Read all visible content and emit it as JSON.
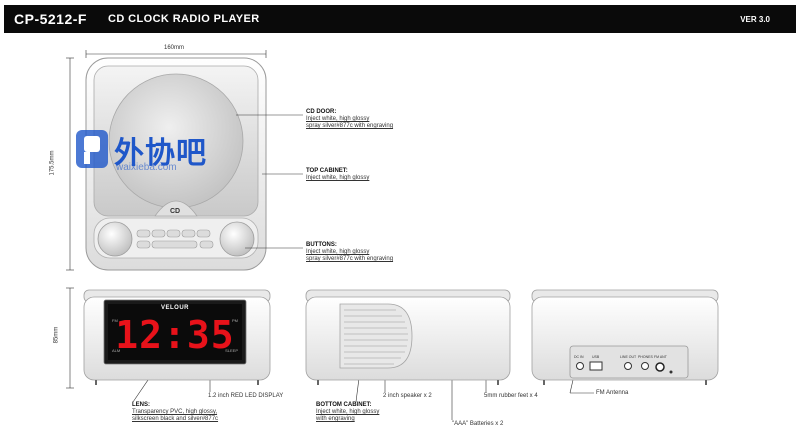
{
  "header": {
    "model": "CP-5212-F",
    "title": "CD CLOCK RADIO PLAYER",
    "version": "VER 3.0"
  },
  "dimensions": {
    "width": "160mm",
    "depth": "175.5mm",
    "height": "85mm"
  },
  "callouts": {
    "cd_door": {
      "title": "CD DOOR:",
      "lines": [
        "Inject white, high glossy",
        "spray silver#877c with engraving"
      ]
    },
    "top_cabinet": {
      "title": "TOP CABINET:",
      "lines": [
        "Inject white, high glossy"
      ]
    },
    "buttons": {
      "title": "BUTTONS:",
      "lines": [
        "Inject white, high glossy",
        "spray silver#877c with engraving"
      ]
    },
    "lens": {
      "title": "LENS:",
      "lines": [
        "Transparency PVC, high glossy,",
        "silkscreen black and silver#877c"
      ]
    },
    "bottom_cabinet": {
      "title": "BOTTOM CABINET:",
      "lines": [
        "Inject white, high glossy",
        "with engraving"
      ]
    }
  },
  "notes": {
    "led": "1.2 inch RED LED DISPLAY",
    "speaker": "2 inch speaker x 2",
    "feet": "5mm rubber feet x 4",
    "batteries": "\"AAA\" Batteries x 2",
    "antenna": "FM Antenna"
  },
  "device": {
    "brand": "VELOUR",
    "clock": "12:35",
    "cd_logo": "CD",
    "display_left_top": "FM",
    "display_left_bottom": "ALM",
    "display_right_top": "PM",
    "display_right_bottom": "SLEEP",
    "rear_jacks": [
      "DC IN",
      "USB",
      "LINE OUT",
      "PHONES",
      "FM ANT"
    ]
  },
  "watermark": {
    "text": "外协吧",
    "url": "waixieba.com"
  },
  "colors": {
    "header_bg": "#0a0a0a",
    "led": "#e8121a",
    "watermark": "#1f57c9"
  }
}
